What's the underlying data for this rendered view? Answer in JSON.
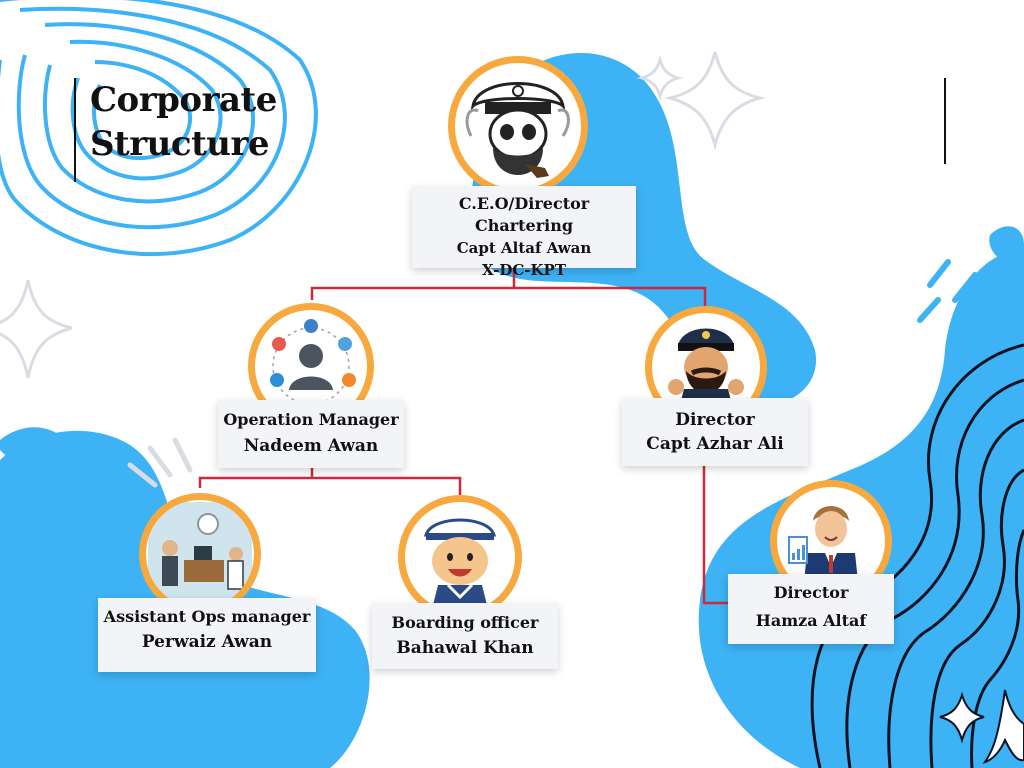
{
  "title": {
    "line1": "Corporate",
    "line2": "Structure"
  },
  "colors": {
    "blob": "#3db2f5",
    "accent": "#f7a940",
    "connector": "#cc2a3a",
    "card": "#f3f4f7",
    "text": "#111111"
  },
  "nodes": {
    "ceo": {
      "role": "C.E.O/Director Chartering",
      "name": "Capt Altaf Awan",
      "extra": "X-DC-KPT",
      "icon": "captain-skull-icon"
    },
    "ops_manager": {
      "role": "Operation Manager",
      "name": "Nadeem Awan",
      "icon": "manager-hub-icon"
    },
    "director_azhar": {
      "role": "Director",
      "name": "Capt Azhar Ali",
      "icon": "captain-thumbs-up-icon"
    },
    "assistant_ops": {
      "role": "Assistant Ops manager",
      "name": "Perwaiz Awan",
      "icon": "office-scene-icon"
    },
    "boarding_officer": {
      "role": "Boarding officer",
      "name": "Bahawal Khan",
      "icon": "sailor-icon"
    },
    "director_hamza": {
      "role": "Director",
      "name": "Hamza Altaf",
      "icon": "businessman-icon"
    }
  }
}
